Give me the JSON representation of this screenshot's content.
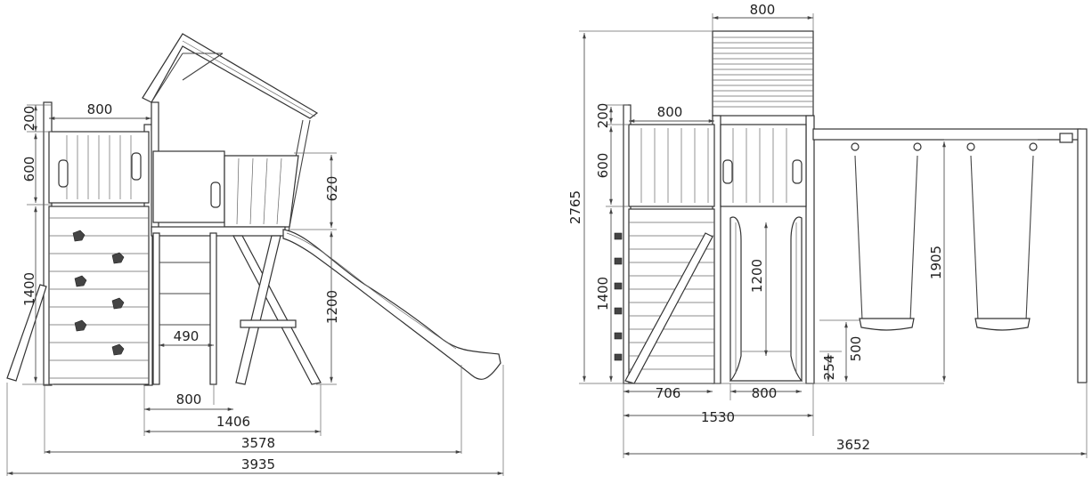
{
  "diagram": {
    "left_view": {
      "dims": {
        "d800_top": "800",
        "d200": "200",
        "d600": "600",
        "d1400": "1400",
        "d620": "620",
        "d1200": "1200",
        "d490": "490",
        "d800_bottom": "800",
        "d1406": "1406",
        "d3578": "3578",
        "d3935": "3935"
      }
    },
    "right_view": {
      "dims": {
        "d800_tower": "800",
        "d800_platform": "800",
        "d2765": "2765",
        "d200": "200",
        "d600": "600",
        "d1400": "1400",
        "d1200": "1200",
        "d1905": "1905",
        "d500": "500",
        "d254": "254",
        "d706": "706",
        "d800_slide": "800",
        "d1530": "1530",
        "d3652": "3652"
      }
    },
    "colors": {
      "line": "#444444",
      "fill": "#ffffff",
      "hold": "#444444"
    }
  }
}
